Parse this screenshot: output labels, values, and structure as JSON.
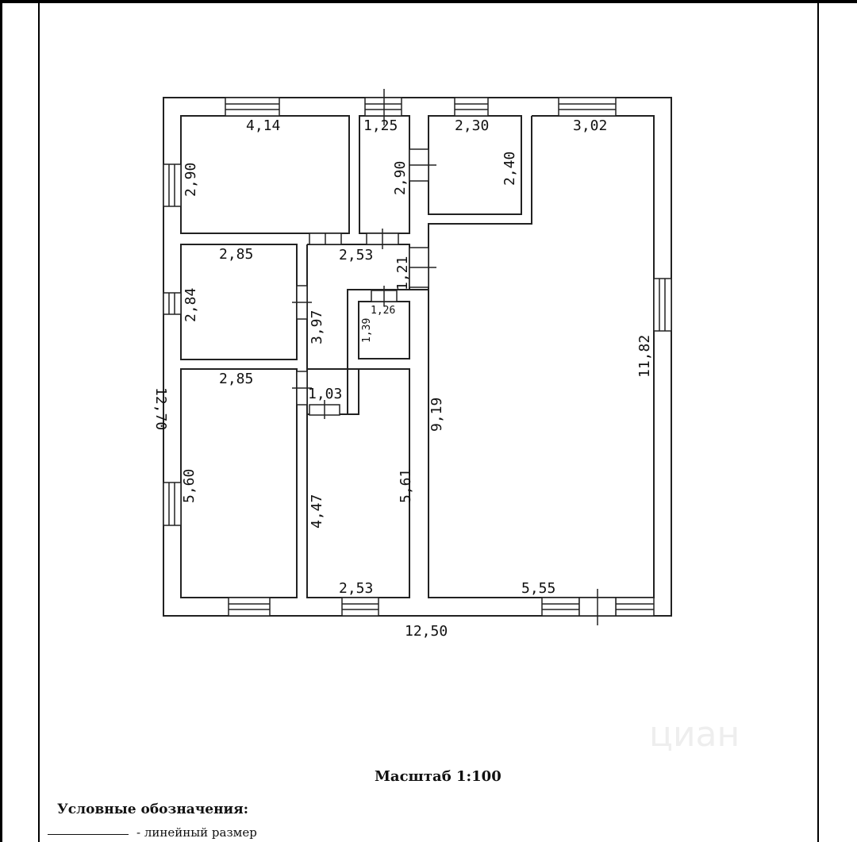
{
  "plan": {
    "overall_width": "12,50",
    "overall_height": "12,70",
    "dims": {
      "d414": "4,14",
      "d125": "1,25",
      "d230": "2,30",
      "d302": "3,02",
      "d290a": "2,90",
      "d290b": "2,90",
      "d240": "2,40",
      "d285a": "2,85",
      "d253a": "2,53",
      "d121": "1,21",
      "d284": "2,84",
      "d397": "3,97",
      "d126": "1,26",
      "d139": "1,39",
      "d285b": "2,85",
      "d103": "1,03",
      "d919": "9,19",
      "d1182": "11,82",
      "d560": "5,60",
      "d447": "4,47",
      "d561": "5,61",
      "d253b": "2,53",
      "d555": "5,55"
    }
  },
  "scale_label": "Масштаб 1:100",
  "legend": {
    "title": "Условные обозначения:",
    "linear_size": "- линейный размер"
  },
  "watermark": "циан"
}
